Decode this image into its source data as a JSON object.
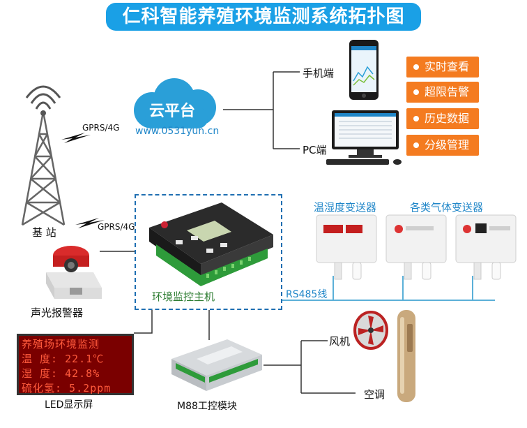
{
  "title": "仁科智能养殖环境监测系统拓扑图",
  "cloud": {
    "label": "云平台",
    "url": "www.0531yun.cn"
  },
  "links": {
    "upper": "GPRS/4G",
    "lower": "GPRS/4G",
    "bus": "RS485线"
  },
  "labels": {
    "base_station": "基 站",
    "phone": "手机端",
    "pc": "PC端",
    "host": "环境监控主机",
    "alarm": "声光报警器",
    "led": "LED显示屏",
    "m88": "M88工控模块",
    "fan": "风机",
    "ac": "空调",
    "temp_sensor": "温湿度变送器",
    "gas_sensor": "各类气体变送器"
  },
  "features": [
    "实时查看",
    "超限告警",
    "历史数据",
    "分级管理"
  ],
  "led_lines": [
    "养殖场环境监测",
    "温  度: 22.1℃",
    "湿  度: 42.8%",
    "硫化氢: 5.2ppm"
  ],
  "colors": {
    "banner": "#1aa0e6",
    "feature": "#f47b20",
    "cloud": "#2a9fd8",
    "dashed": "#1f6fb2",
    "bus_line": "#5bb0d8",
    "led": "#ff5a3c"
  }
}
